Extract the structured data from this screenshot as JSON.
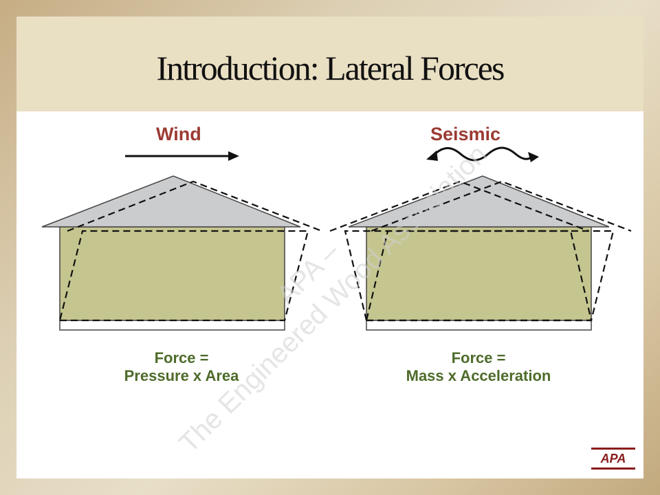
{
  "slide": {
    "title": "Introduction: Lateral Forces",
    "wind": {
      "label": "Wind",
      "formula_line1": "Force =",
      "formula_line2": "Pressure x Area"
    },
    "seismic": {
      "label": "Seismic",
      "formula_line1": "Force =",
      "formula_line2": "Mass x Acceleration"
    },
    "watermark_line1": "APA –",
    "watermark_line2": "The Engineered Wood Association",
    "logo_text": "APA"
  },
  "colors": {
    "label_red": "#9b3b34",
    "formula_green": "#4e6b2a",
    "wall_fill": "#c5c58f",
    "roof_fill": "#cbccce",
    "title_band": "#e9dfc3"
  }
}
